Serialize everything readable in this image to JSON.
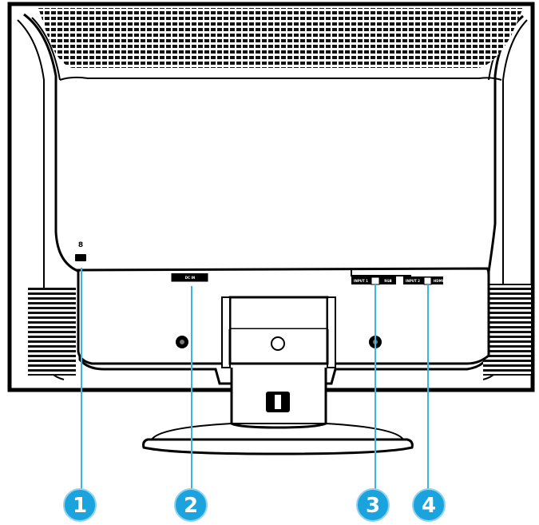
{
  "lock_glyph": "8",
  "port_labels": {
    "dc_in": "DC IN",
    "input1": "INPUT 1",
    "input1_type": "RGB",
    "input2": "INPUT 2",
    "input2_type": "HDMI"
  },
  "callouts": [
    {
      "id": "1",
      "label": "1"
    },
    {
      "id": "2",
      "label": "2"
    },
    {
      "id": "3",
      "label": "3"
    },
    {
      "id": "4",
      "label": "4"
    }
  ],
  "colors": {
    "callout_fill": "#1aa3dd",
    "callout_line": "#3bb4e6",
    "body_stroke": "#000000",
    "vent": "#111111"
  }
}
